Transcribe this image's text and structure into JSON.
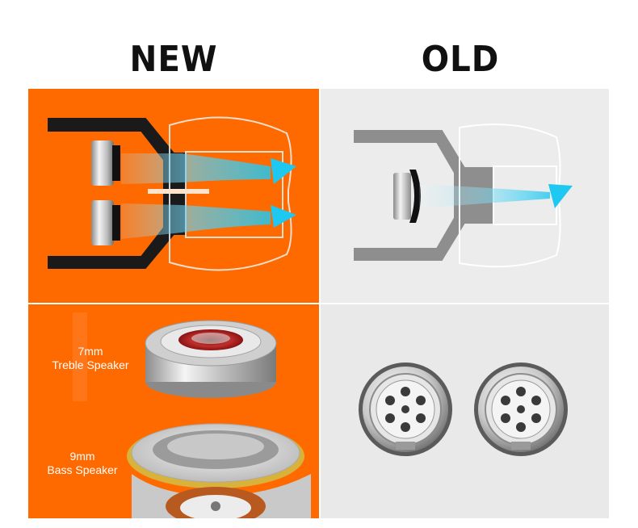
{
  "headings": {
    "new": "NEW",
    "old": "OLD"
  },
  "labels": {
    "treble_size": "7mm",
    "treble_name": "Treble Speaker",
    "bass_size": "9mm",
    "bass_name": "Bass Speaker"
  },
  "colors": {
    "new_bg": "#ff6a00",
    "old_bg": "#ececec",
    "airflow": "#1ec8f0"
  }
}
